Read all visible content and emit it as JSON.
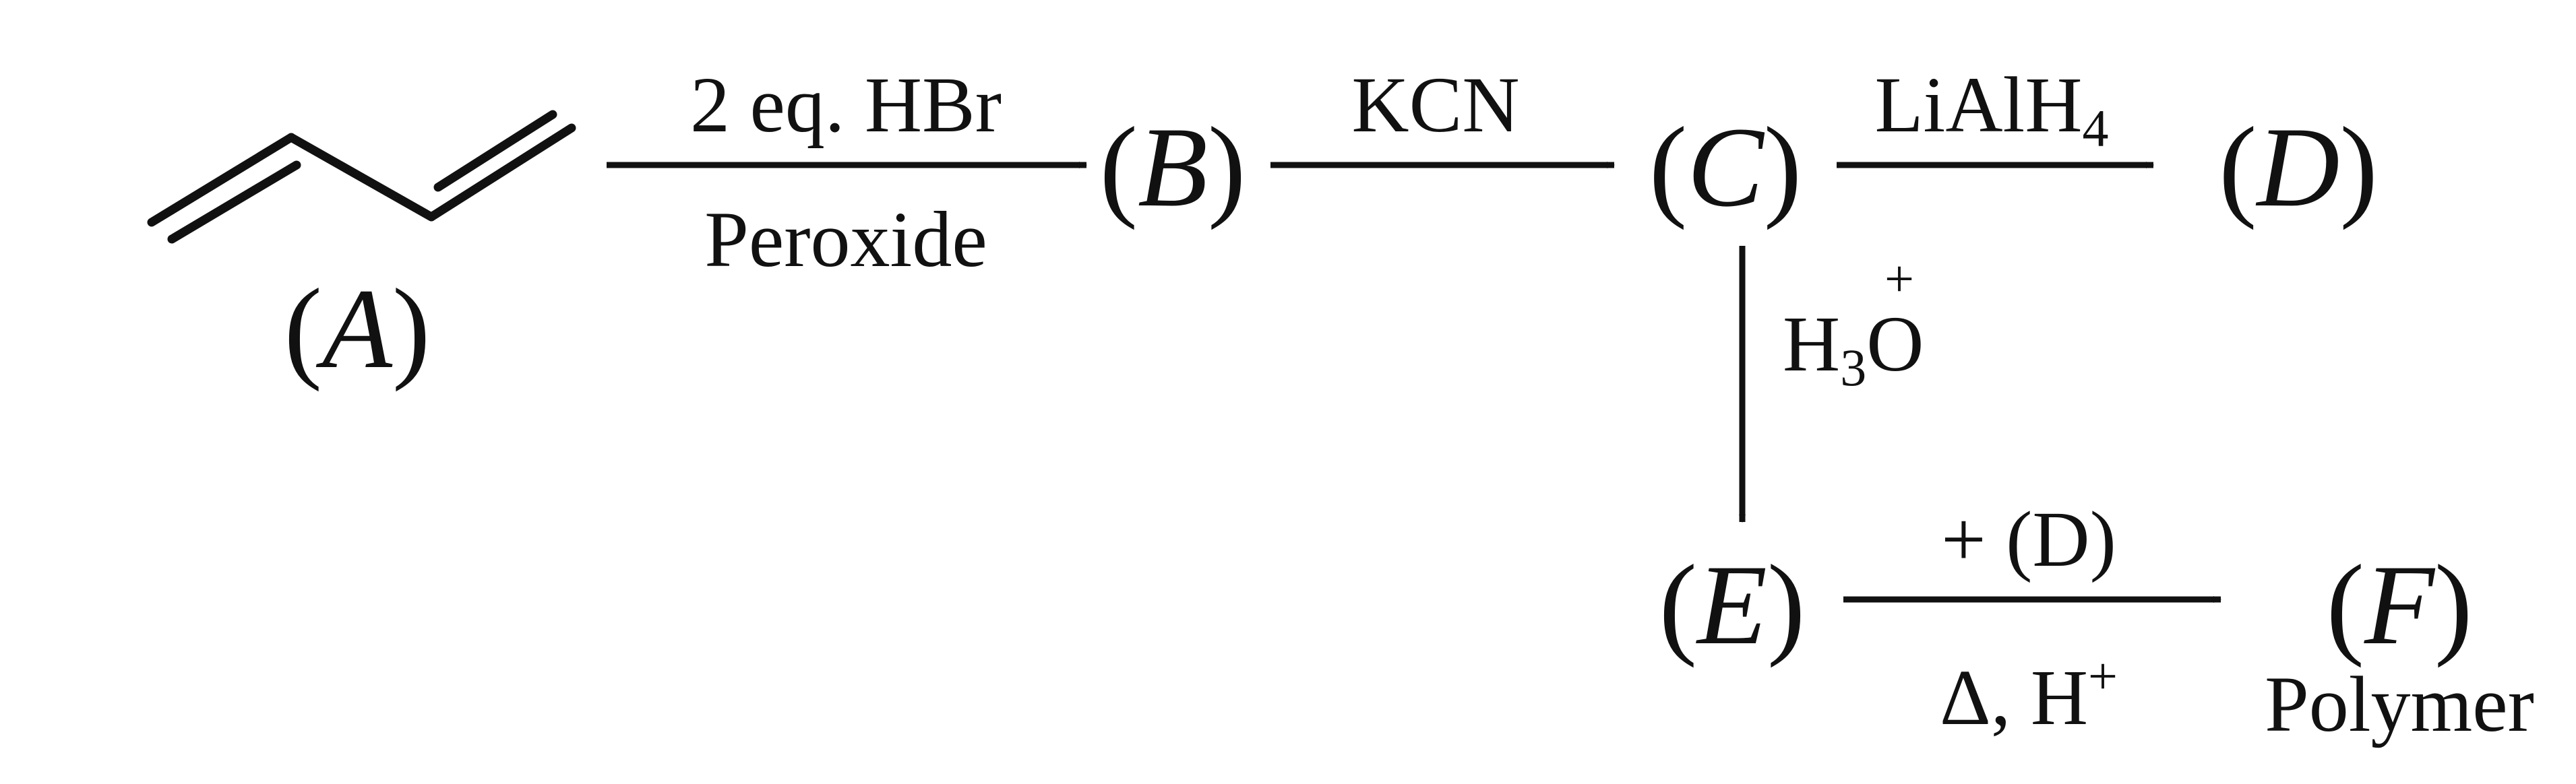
{
  "scheme": {
    "compounds": {
      "A": {
        "letter": "A"
      },
      "B": {
        "letter": "B"
      },
      "C": {
        "letter": "C"
      },
      "D_first": {
        "letter": "D"
      },
      "E": {
        "letter": "E"
      },
      "F": {
        "letter": "F",
        "note": "Polymer"
      }
    },
    "steps": {
      "a_to_b": {
        "above": "2 eq. HBr",
        "below": "Peroxide"
      },
      "b_to_c": {
        "above": "KCN"
      },
      "c_to_d": {
        "reagent": "LiAlH",
        "subscript": "4"
      },
      "c_to_e": {
        "h": "H",
        "subscript": "3",
        "o": "O",
        "charge": "+"
      },
      "e_to_f": {
        "reactant": "(D)",
        "condition": "Δ, H",
        "condition_sup": "+"
      }
    }
  }
}
